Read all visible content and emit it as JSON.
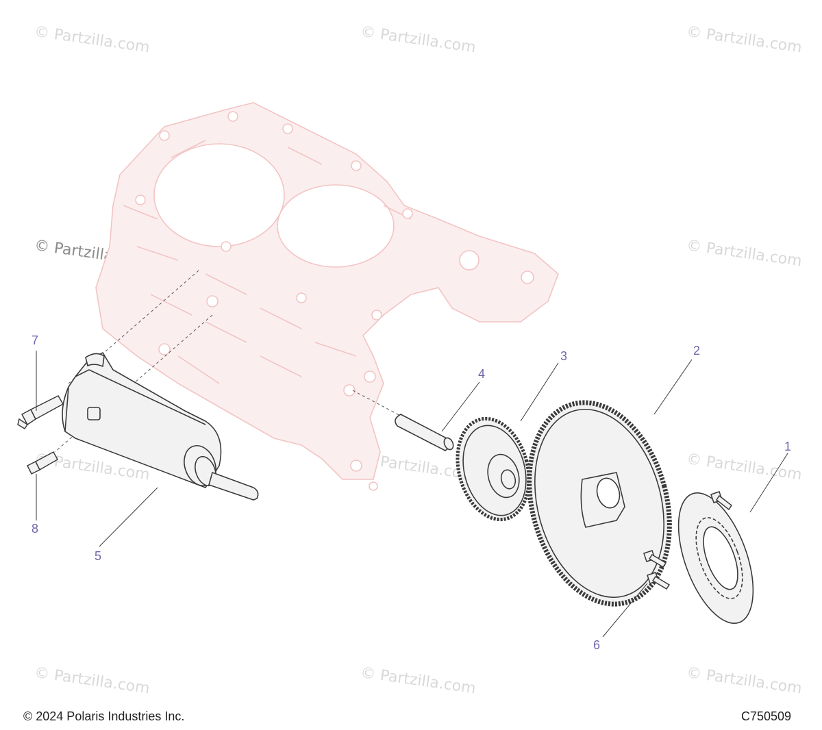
{
  "watermark": {
    "text": "© Partzilla.com"
  },
  "callouts": [
    {
      "id": "1",
      "label": "1"
    },
    {
      "id": "2",
      "label": "2"
    },
    {
      "id": "3",
      "label": "3"
    },
    {
      "id": "4",
      "label": "4"
    },
    {
      "id": "5",
      "label": "5"
    },
    {
      "id": "6",
      "label": "6"
    },
    {
      "id": "7",
      "label": "7"
    },
    {
      "id": "8",
      "label": "8"
    }
  ],
  "footer": {
    "copyright": "© 2024 Polaris Industries Inc.",
    "diagram_code": "C750509"
  },
  "colors": {
    "callout": "#6f68a8",
    "crankcase": "#f3c4c4",
    "crankcase_fill": "#fbeeee",
    "part_line": "#3a3a3a",
    "part_fill": "#f2f2f2"
  }
}
